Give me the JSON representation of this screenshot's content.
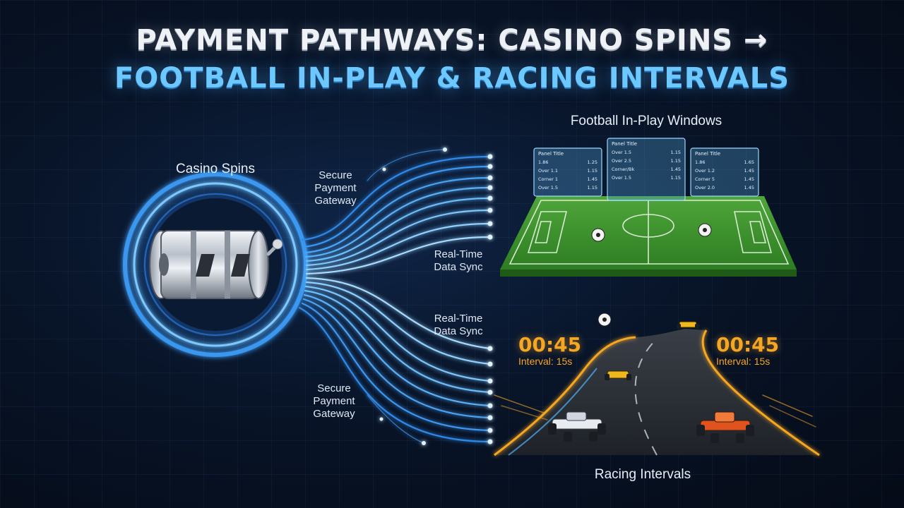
{
  "title": {
    "line1": "PAYMENT PATHWAYS: CASINO SPINS →",
    "line2": "FOOTBALL IN-PLAY & RACING INTERVALS"
  },
  "casino": {
    "label": "Casino Spins"
  },
  "football": {
    "label": "Football In-Play Windows",
    "panels": [
      {
        "header": "Panel Title",
        "rows": [
          [
            "1.86",
            "1.25"
          ],
          [
            "Over 1.1",
            "1.15"
          ],
          [
            "Corner 1",
            "1.45"
          ],
          [
            "Over 1.5",
            "1.15"
          ]
        ]
      },
      {
        "header": "Panel Title",
        "rows": [
          [
            "Over 1.5",
            "1.15"
          ],
          [
            "Over 2.5",
            "1.15"
          ],
          [
            "Corner/Bk",
            "1.45"
          ],
          [
            "Over 1.5",
            "1.15"
          ]
        ]
      },
      {
        "header": "Panel Title",
        "rows": [
          [
            "1.86",
            "1.65"
          ],
          [
            "Over 1.2",
            "1.45"
          ],
          [
            "Corner 5",
            "1.45"
          ],
          [
            "Over 2.0",
            "1.45"
          ]
        ]
      }
    ]
  },
  "racing": {
    "label": "Racing Intervals",
    "timer_left": "00:45",
    "interval_left": "Interval: 15s",
    "timer_right": "00:45",
    "interval_right": "Interval: 15s"
  },
  "annotations": {
    "gateway_top": [
      "Secure",
      "Payment",
      "Gateway"
    ],
    "sync_top": [
      "Real-Time",
      "Data Sync"
    ],
    "sync_bottom": [
      "Real-Time",
      "Data Sync"
    ],
    "gateway_bottom": [
      "Secure",
      "Payment",
      "Gateway"
    ]
  },
  "colors": {
    "accent_blue": "#4fb6ff",
    "timer_orange": "#f5a623",
    "pitch_green": "#3c9a2c"
  }
}
